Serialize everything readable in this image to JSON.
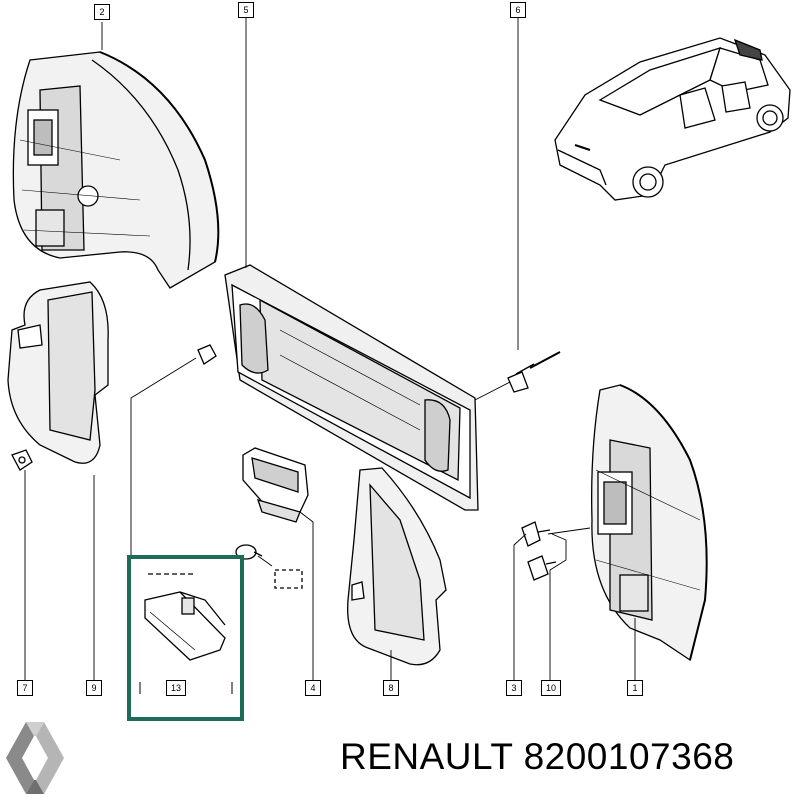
{
  "callouts": {
    "c1": "1",
    "c2": "2",
    "c3": "3",
    "c4": "4",
    "c5": "5",
    "c6": "6",
    "c7": "7",
    "c8": "8",
    "c9": "9",
    "c10": "10",
    "c13": "13"
  },
  "footer": {
    "brand": "RENAULT",
    "part_number": "8200107368",
    "logo_icon": "renault-diamond-logo-icon"
  },
  "colors": {
    "highlight_box": "#1f6b5a",
    "line": "#000000",
    "shade": "#d9d9d9"
  }
}
